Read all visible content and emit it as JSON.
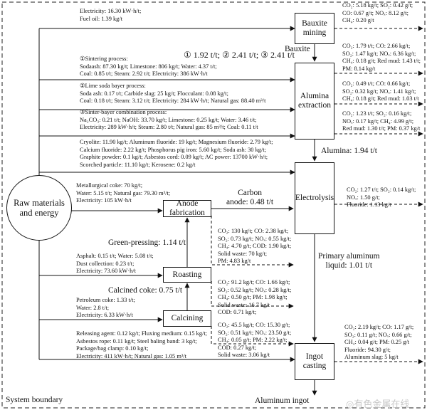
{
  "boxes": {
    "bauxite": "Bauxite\nmining",
    "alumina": "Alumina\nextraction",
    "electrolysis": "Electrolysis",
    "anode": "Anode\nfabrication",
    "roasting": "Roasting",
    "calcining": "Calcining",
    "ingot": "Ingot\ncasting",
    "raw": "Raw materials\nand energy"
  },
  "inputs": {
    "bauxite": [
      "Electricity: 16.30 kW·h/t;",
      "Fuel oil: 1.39 kg/t"
    ],
    "sintering": [
      "①Sintering process:",
      "Sodaash: 87.30 kg/t; Limestone: 806 kg/t; Water: 4.37 t/t;",
      "Coal: 0.85 t/t; Steam: 2.92 t/t; Electricity: 386 kW·h/t"
    ],
    "lime": [
      "②Lime soda bayer process:",
      "Soda ash: 0.17 t/t; Carbide slag: 25 kg/t; Flocculant: 0.08 kg/t;",
      "Coal: 0.18 t/t; Steam: 3.12 t/t; Electricity: 284 kW·h/t;  Natural gas: 88.40 m³/t"
    ],
    "combo": [
      "③Sinter-bayer combination process:",
      "Na₂CO₃: 0.21 t/t; NaOH: 33.70 kg/t; Limestone: 0.25 kg/t; Water: 3.46 t/t;",
      "Electricity: 289  kW·h/t; Steam: 2.80 t/t; Natural gas: 85 m³/t; Coal: 0.11 t/t"
    ],
    "electrolysis": [
      "Cryolite: 11.90 kg/t; Aluminum fluoride: 19 kg/t; Magnesium fluoride: 2.79 kg/t;",
      "Calcium fluoride: 2.22 kg/t; Phosphorus pig iron: 5.60 kg/t; Soda ash: 30 kg/t;",
      "Graphite powder: 0.1 kg/t; Asbestos cord: 0.09 kg/t; AC power: 13700 kW·h/t;",
      "Scorched particle: 11.10 kg/t; Kerosene: 0.2 kg/t"
    ],
    "anode": [
      "Metallurgical coke: 70 kg/t;",
      "Water: 5.15 t/t; Natural gas: 79.30 m³/t;",
      "Electricity: 105 kW·h/t"
    ],
    "roasting": [
      "Asphalt: 0.15 t/t; Water: 5.08 t/t;",
      "Dust collection: 0.23 t/t;",
      "Electricity: 73.60 kW·h/t"
    ],
    "calcining": [
      "Petroleum coke: 1.33 t/t;",
      "Water: 2.8 t/t;",
      "Electricity: 6.33 kW·h/t"
    ],
    "ingot": [
      "Releasing agent: 0.12 kg/t; Fluxing medium: 0.15 kg/t;",
      "Asbestos rope: 0.11 kg/t; Steel baling band: 3 kg/t;",
      "Package/bag clamp: 0.10 kg/t;",
      "Electricity: 411 kW·h/t; Natural gas: 1.05 m³/t"
    ]
  },
  "outputs": {
    "bauxite": [
      "CO₂: 5.18 kg/t; SO₂: 0.42 g/t;",
      "CO: 0.67 g/t; NOₓ: 8.12 g/t;",
      "CH₄: 0.20 g/t"
    ],
    "alumina1": [
      "CO₂: 1.79 t/t; CO: 2.66 kg/t;",
      "SO₂: 1.47 kg/t; NOₓ: 6.36 kg/t;",
      "CH₄: 0.18 g/t; Red mud: 1.43 t/t;",
      "PM: 8.14 kg/t"
    ],
    "alumina2": [
      "CO₂: 0.49 t/t; CO: 0.66 kg/t;",
      "SO₂: 0.32 kg/t; NOₓ: 1.41 kg/t;",
      "CH₄: 0.18 g/t; Red mud: 1.03 t/t"
    ],
    "alumina3": [
      "CO₂: 1.23 t/t; SO₂: 0.16 kg/t;",
      "NOₓ: 0.17 kg/t; CH₄: 4.99 g/t;",
      "Red mud: 1.30 t/t; PM: 0.37 kg/t"
    ],
    "electrolysis": [
      "CO₂: 1.27 t/t; SO₂: 0.14 kg/t;",
      "NOₓ: 1.50 g/t;",
      "Fluoride: 1.13 kg/t"
    ],
    "anode": [
      "CO₂: 130 kg/t; CO: 2.38 kg/t;",
      "SO₂: 0.73 kg/t; NOₓ: 0.55 kg/t;",
      "CH₄: 4.70 g/t; COD: 1.90 kg/t;",
      "Solid waste: 70 kg/t;",
      "PM: 4.83 kg/t"
    ],
    "roasting": [
      "CO₂: 91.2 kg/t; CO: 1.66 kg/t;",
      "SO₂: 0.52 kg/t; NOₓ: 0.28 kg/t;",
      "CH₄: 0.50 g/t; PM: 1.98 kg/t;",
      "Solid waste: 16.7 kg/t",
      "COD: 0.71 kg/t;"
    ],
    "calcining": [
      "CO₂: 45.5 kg/t; CO: 15.30 g/t;",
      "SO₂: 0.51 kg/t; NOₓ: 23.50 g/t;",
      "CH₄: 0.05 g/t; PM: 2.22 kg/t;",
      "COD: 0.27 kg/t;",
      "Solid waste: 3.06 kg/t"
    ],
    "ingot": [
      "CO₂: 2.19 kg/t; CO: 1.17 g/t;",
      "SO₂: 0.11 g/t; NOₓ: 0.66 g/t;",
      "CH₄: 0.04 g/t; PM: 0.25 g/t",
      "Fluoride: 94.30 g/t;",
      "Aluminum slag: 5 kg/t"
    ]
  },
  "flows": {
    "bauxite_label": "Bauxite",
    "bauxite_ratios": "①  1.92 t/t; ②  2.41 t/t; ③  2.41 t/t",
    "alumina": "Alumina: 1.94 t/t",
    "carbon_anode": "Carbon\nanode: 0.48 t/t",
    "green_pressing": "Green-pressing: 1.14 t/t",
    "calcined_coke": "Calcined coke: 0.75 t/t",
    "primary_al": "Primary aluminum\nliquid: 1.01 t/t",
    "ingot_out": "Aluminum ingot"
  },
  "system_boundary": "System boundary",
  "watermark": "◎有色金属在线"
}
